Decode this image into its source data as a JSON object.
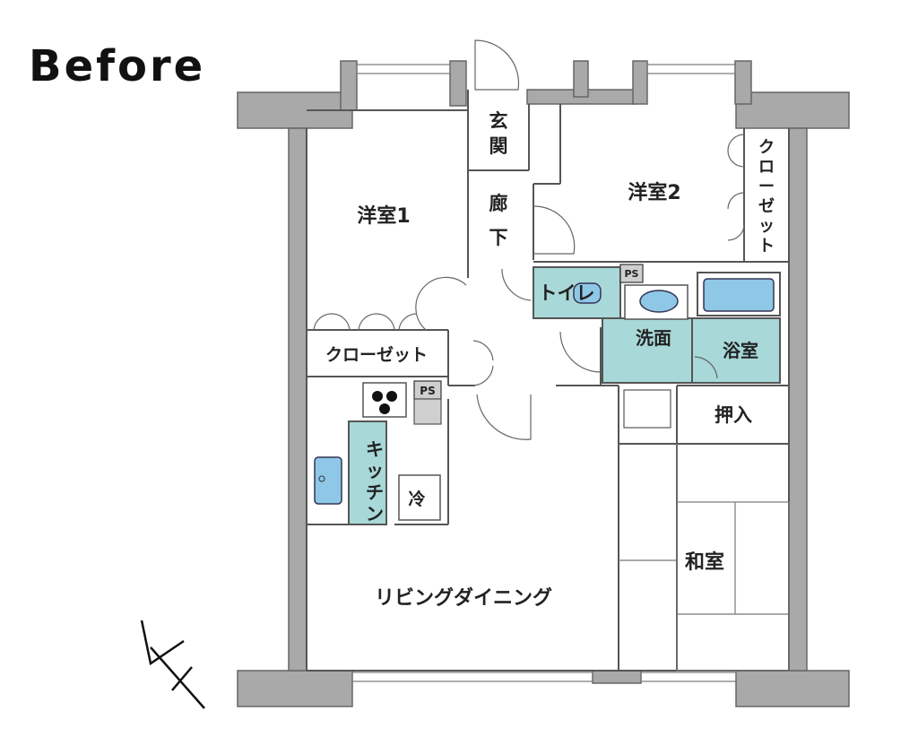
{
  "title": "Before",
  "rooms": {
    "yoshitsu1": "洋室1",
    "yoshitsu2": "洋室2",
    "genkan_1": "玄",
    "genkan_2": "関",
    "roka_1": "廊",
    "roka_2": "下",
    "toilet": "トイレ",
    "senmen": "洗面",
    "yokushitsu": "浴室",
    "oshiire": "押入",
    "washitsu": "和室",
    "ldk": "リビングダイニング",
    "closet_left": "クローゼット",
    "closet_right_1": "ク",
    "closet_right_2": "ロ",
    "closet_right_3": "ー",
    "closet_right_4": "ゼ",
    "closet_right_5": "ッ",
    "closet_right_6": "ト",
    "kitchen_1": "キ",
    "kitchen_2": "ッ",
    "kitchen_3": "チ",
    "kitchen_4": "ン",
    "fridge": "冷",
    "ps_1": "PS",
    "ps_2": "PS"
  },
  "compass": "north-arrow-icon",
  "colors": {
    "wet_area": "#a8d8d8",
    "fixture": "#8fc7e6",
    "wall": "#a9a9a9"
  }
}
